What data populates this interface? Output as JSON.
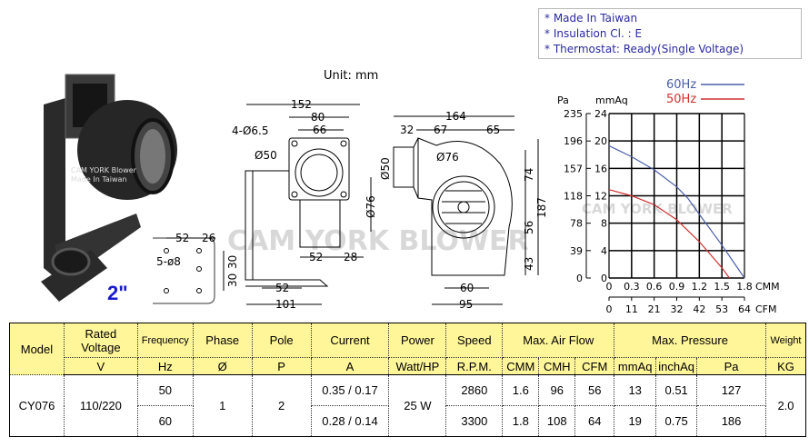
{
  "notes": [
    "* Made In Taiwan",
    "* Insulation Cl. : E",
    "* Thermostat: Ready(Single Voltage)"
  ],
  "unit_label": "Unit: mm",
  "photo_watermark": [
    "CAM YORK Blower",
    "Made In Taiwan"
  ],
  "watermark": "CAM YORK BLOWER",
  "adapter_size": "2\"",
  "dimensions": {
    "front": [
      "152",
      "80",
      "66",
      "4-Ø6.5",
      "Ø50",
      "Ø76",
      "52",
      "28",
      "52",
      "101"
    ],
    "side": [
      "164",
      "32",
      "67",
      "65",
      "Ø50",
      "Ø76",
      "74",
      "187",
      "56",
      "43",
      "60",
      "95"
    ],
    "base": [
      "52",
      "26",
      "5-ø8",
      "30",
      "30"
    ]
  },
  "chart_data": {
    "type": "line",
    "legend_placement": "top-right",
    "y_left_outer_label": "Pa",
    "y_left_label": "mmAq",
    "y_pa_ticks": [
      "235",
      "196",
      "157",
      "118",
      "78",
      "39",
      "0"
    ],
    "y_ticks": [
      "24",
      "20",
      "16",
      "12",
      "8",
      "4",
      "0"
    ],
    "ylim": [
      0,
      24
    ],
    "x_label": "CMM",
    "x_ticks": [
      "0",
      "0.3",
      "0.6",
      "0.9",
      "1.2",
      "1.5",
      "1.8"
    ],
    "xlim": [
      0,
      1.8
    ],
    "x2_label": "CFM",
    "x2_ticks": [
      "0",
      "11",
      "21",
      "32",
      "42",
      "53",
      "64"
    ],
    "grid": true,
    "series": [
      {
        "name": "60Hz",
        "color": "#4a5fa8",
        "x": [
          0,
          0.3,
          0.6,
          0.9,
          1.05,
          1.2,
          1.5,
          1.8
        ],
        "y": [
          19.3,
          17.7,
          15.8,
          13.3,
          11.6,
          9.3,
          4.8,
          0
        ]
      },
      {
        "name": "50Hz",
        "color": "#d03030",
        "x": [
          0,
          0.3,
          0.6,
          0.9,
          1.2,
          1.5,
          1.6
        ],
        "y": [
          12.9,
          12.0,
          10.7,
          8.5,
          5.3,
          1.5,
          0
        ]
      }
    ]
  },
  "table": {
    "header": [
      "Model",
      "Rated Voltage",
      "Frequency",
      "Phase",
      "Pole",
      "Current",
      "Power",
      "Speed",
      "Max. Air Flow",
      "Max. Pressure",
      "Weight"
    ],
    "units": [
      "V",
      "Hz",
      "Ø",
      "P",
      "A",
      "Watt/HP",
      "R.P.M.",
      "CMM",
      "CMH",
      "CFM",
      "mmAq",
      "inchAq",
      "Pa",
      "KG"
    ],
    "model": "CY076",
    "voltage": "110/220",
    "phase": "1",
    "pole": "2",
    "power": "25 W",
    "weight": "2.0",
    "rows": [
      {
        "freq": "50",
        "current": "0.35 / 0.17",
        "speed": "2860",
        "cmm": "1.6",
        "cmh": "96",
        "cfm": "56",
        "mmaq": "13",
        "inchaq": "0.51",
        "pa": "127"
      },
      {
        "freq": "60",
        "current": "0.28 / 0.14",
        "speed": "3300",
        "cmm": "1.8",
        "cmh": "108",
        "cfm": "64",
        "mmaq": "19",
        "inchaq": "0.75",
        "pa": "186"
      }
    ]
  }
}
